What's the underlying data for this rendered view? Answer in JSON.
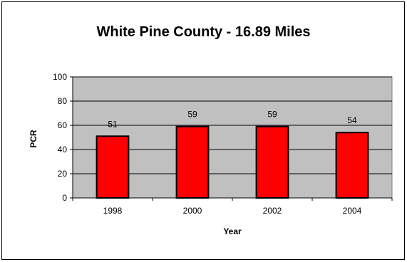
{
  "chart_data": {
    "type": "bar",
    "title": "White Pine County - 16.89 Miles",
    "xlabel": "Year",
    "ylabel": "PCR",
    "categories": [
      "1998",
      "2000",
      "2002",
      "2004"
    ],
    "values": [
      51,
      59,
      59,
      54
    ],
    "ylim": [
      0,
      100
    ],
    "yticks": [
      "0",
      "20",
      "40",
      "60",
      "80",
      "100"
    ],
    "grid": true,
    "legend": "none",
    "colors": {
      "bar": "#ff0000",
      "bar_outline": "#000000",
      "plot_bg": "#c0c0c0"
    }
  }
}
